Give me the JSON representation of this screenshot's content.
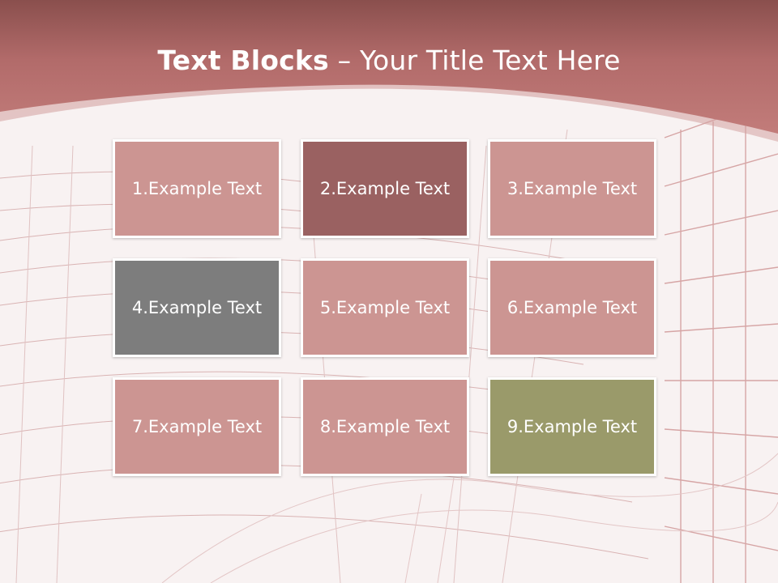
{
  "title": {
    "bold": "Text Blocks",
    "separator": " – ",
    "regular": "Your Title Text Here"
  },
  "colors": {
    "header": "#b8706f",
    "header_dark": "#8a4f4d",
    "block_default": "#cc9592",
    "block_dark": "#9a6161",
    "block_gray": "#7d7d7d",
    "block_olive": "#9a9a6a",
    "text": "#ffffff"
  },
  "blocks": [
    {
      "label": "1.Example Text",
      "color": "#cc9592"
    },
    {
      "label": "2.Example Text",
      "color": "#9a6161"
    },
    {
      "label": "3.Example Text",
      "color": "#cc9592"
    },
    {
      "label": "4.Example Text",
      "color": "#7d7d7d"
    },
    {
      "label": "5.Example Text",
      "color": "#cc9592"
    },
    {
      "label": "6.Example Text",
      "color": "#cc9592"
    },
    {
      "label": "7.Example Text",
      "color": "#cc9592"
    },
    {
      "label": "8.Example Text",
      "color": "#cc9592"
    },
    {
      "label": "9.Example Text",
      "color": "#9a9a6a"
    }
  ]
}
